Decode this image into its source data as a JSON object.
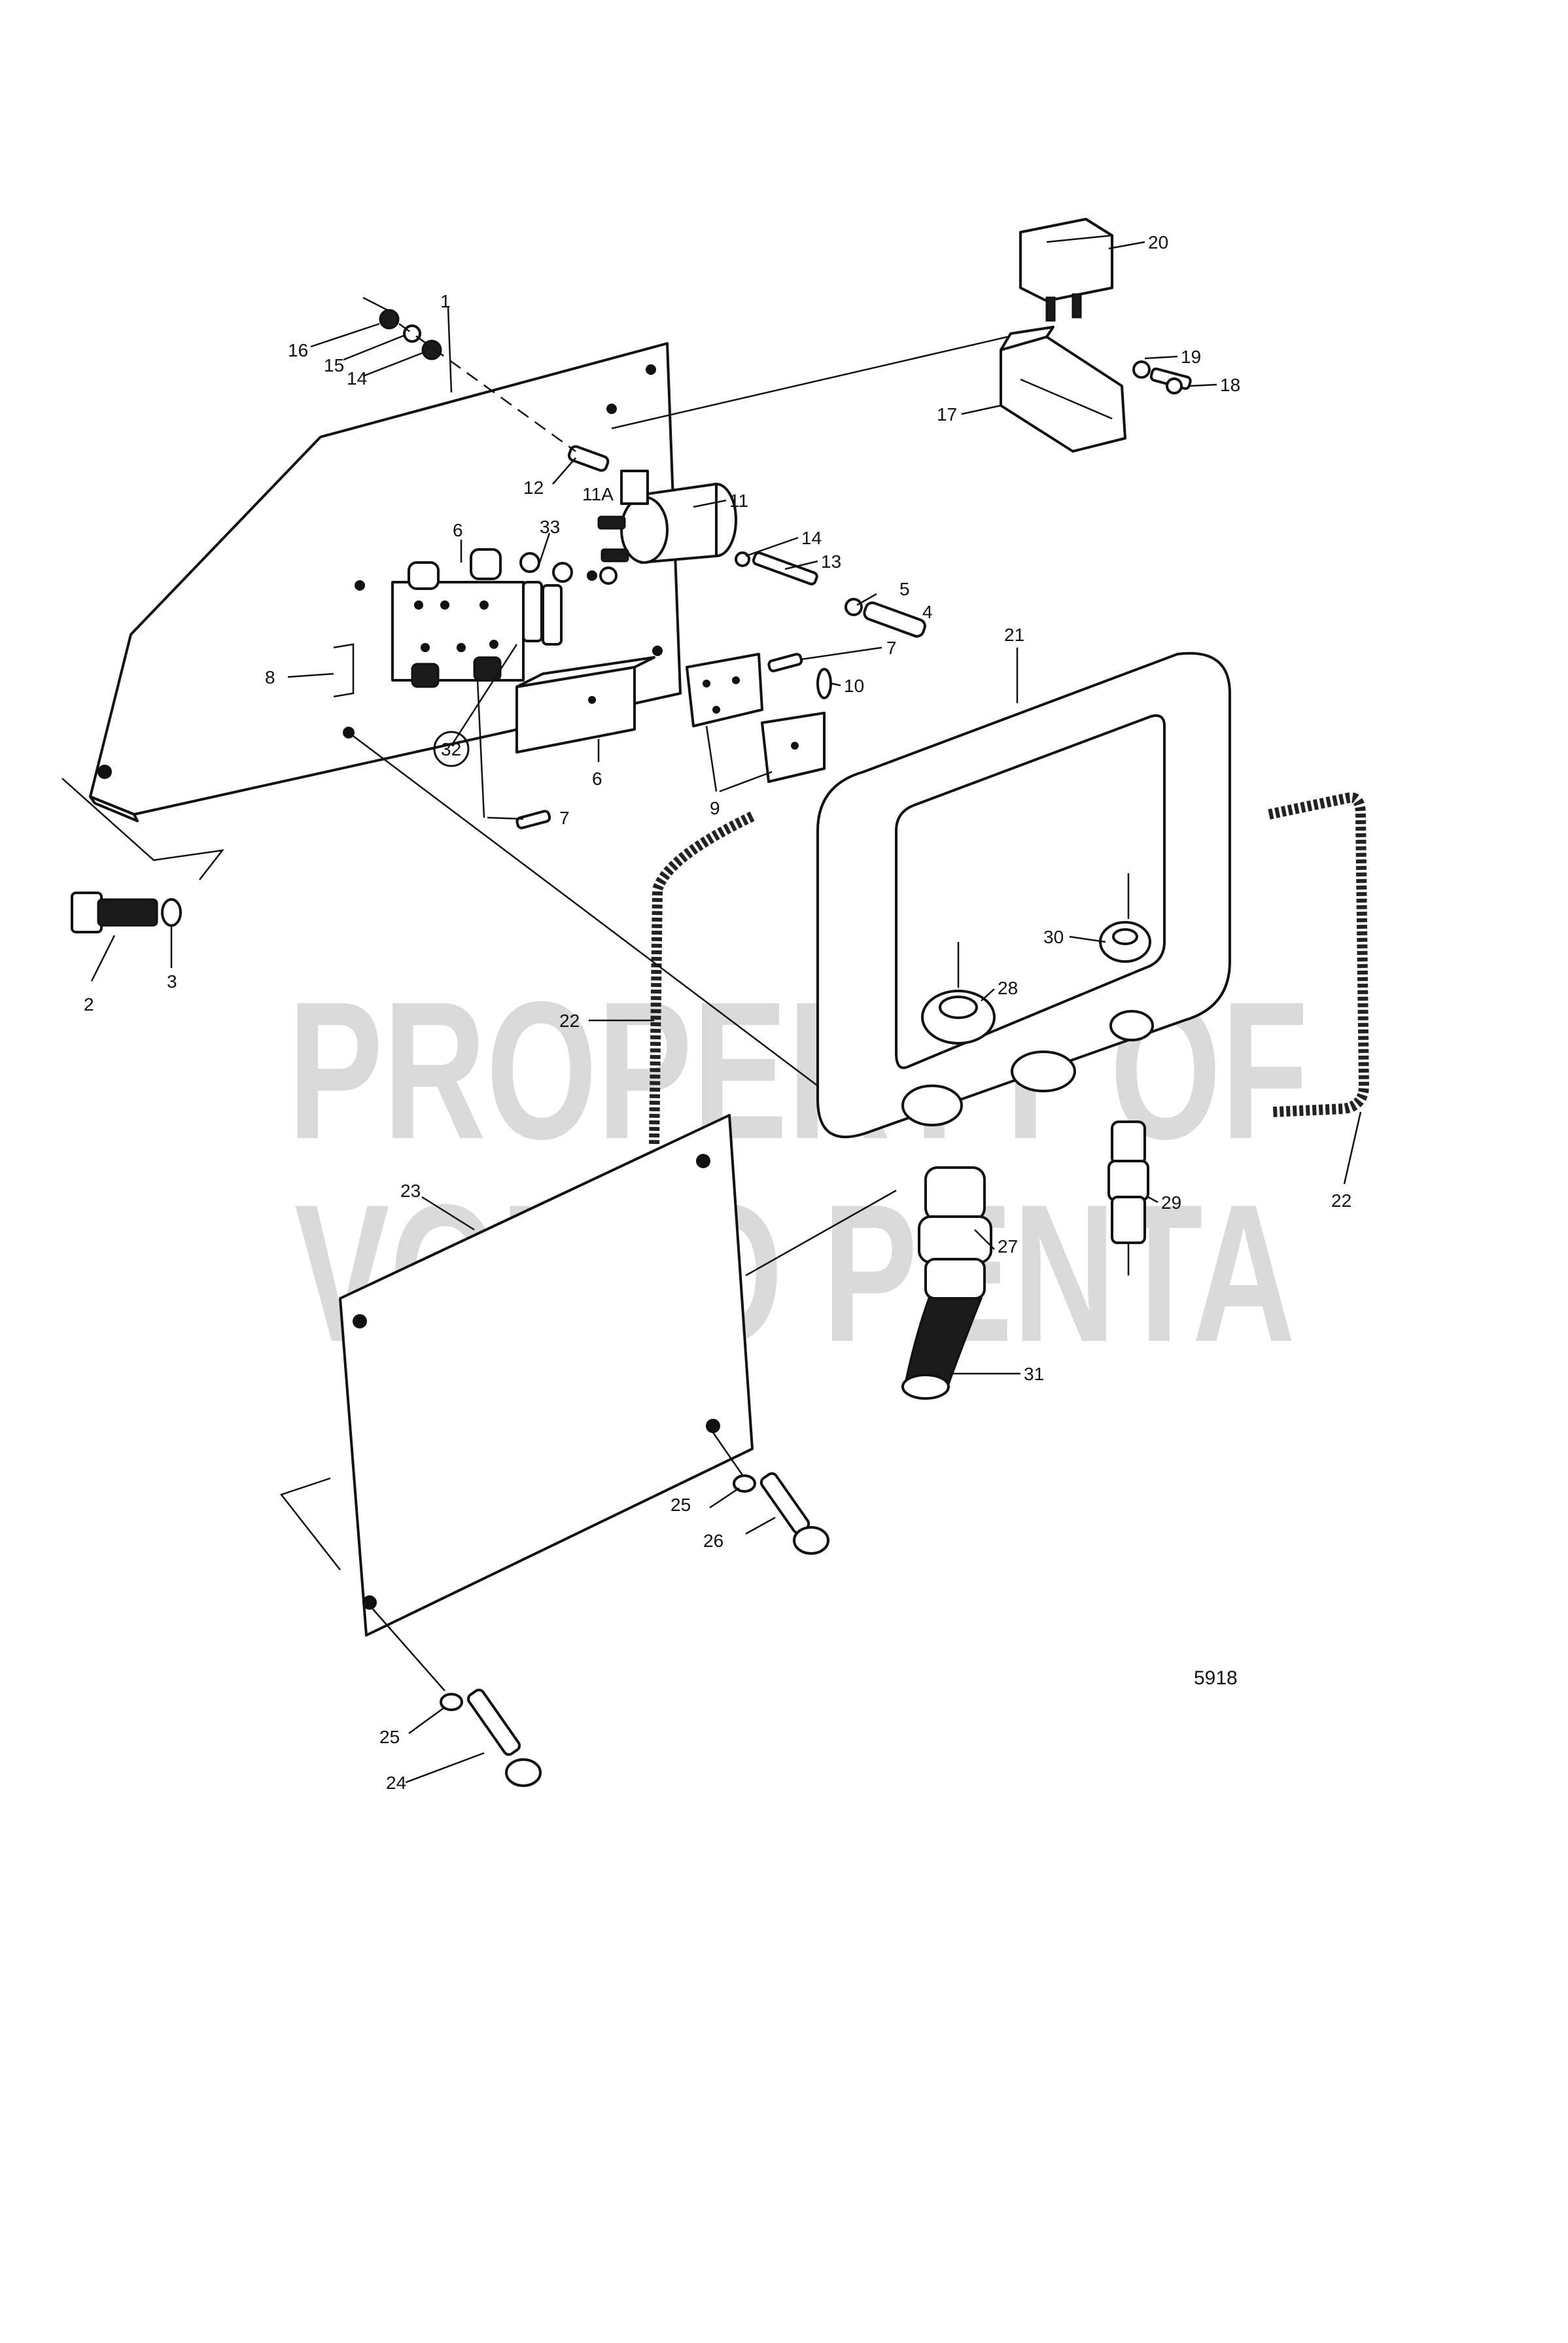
{
  "diagram": {
    "callouts": [
      "1",
      "2",
      "3",
      "4",
      "5",
      "6",
      "6",
      "7",
      "7",
      "8",
      "9",
      "10",
      "11",
      "11A",
      "12",
      "13",
      "14",
      "14",
      "15",
      "16",
      "17",
      "18",
      "19",
      "20",
      "21",
      "22",
      "22",
      "23",
      "24",
      "25",
      "25",
      "26",
      "27",
      "28",
      "29",
      "30",
      "31",
      "32",
      "33"
    ],
    "figure_number": "5918",
    "watermark": {
      "line1": "PROPERTY OF",
      "line2": "VOLVO PENTA"
    }
  }
}
